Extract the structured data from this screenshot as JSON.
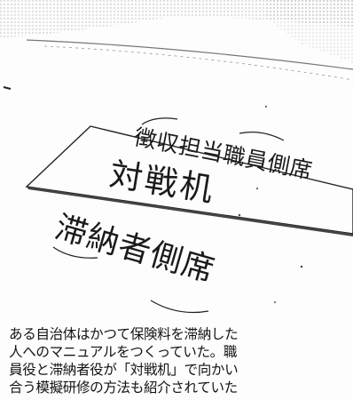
{
  "photo": {
    "label_official_side": "徴収担当職員側席",
    "label_desk": "対戦机",
    "label_delinquent_side": "滞納者側席"
  },
  "caption": {
    "lines": [
      "ある自治体はかつて保険料を滞納した",
      "人へのマニュアルをつくっていた。職",
      "員役と滞納者役が「対戦机」で向かい",
      "合う模擬研修の方法も紹介されていた"
    ]
  }
}
